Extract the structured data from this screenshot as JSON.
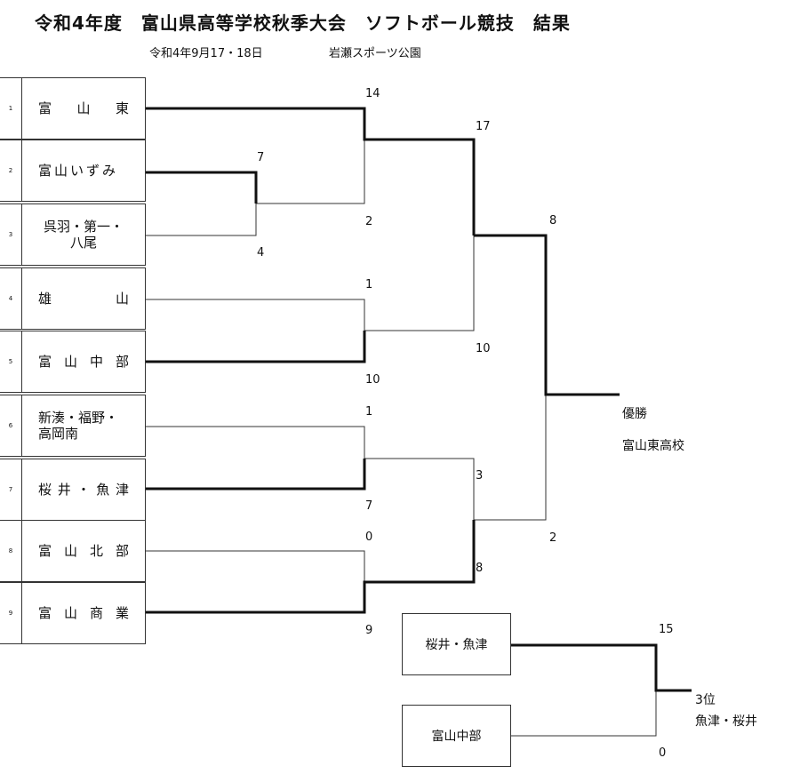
{
  "header": {
    "title": "令和4年度　富山県高等学校秋季大会　ソフトボール競技　結果",
    "date": "令和4年9月17・18日",
    "venue": "岩瀬スポーツ公園"
  },
  "teams": [
    {
      "seed": "1",
      "name": "富山東",
      "chars": [
        "富",
        "山",
        "東"
      ]
    },
    {
      "seed": "2",
      "name": "富山いずみ"
    },
    {
      "seed": "3",
      "name": "呉羽・第一・八尾"
    },
    {
      "seed": "4",
      "name": "雄山",
      "chars": [
        "雄",
        "山"
      ]
    },
    {
      "seed": "5",
      "name": "富山中部",
      "chars": [
        "富",
        "山",
        "中",
        "部"
      ]
    },
    {
      "seed": "6",
      "name": "新湊・福野・高岡南"
    },
    {
      "seed": "7",
      "name": "桜井・魚津",
      "chars": [
        "桜",
        "井",
        "・",
        "魚",
        "津"
      ]
    },
    {
      "seed": "8",
      "name": "富山北部",
      "chars": [
        "富",
        "山",
        "北",
        "部"
      ]
    },
    {
      "seed": "9",
      "name": "富山商業",
      "chars": [
        "富",
        "山",
        "商",
        "業"
      ]
    }
  ],
  "scores": {
    "r1_izumi": "7",
    "r1_kureha": "4",
    "qf1_toyamahigashi": "14",
    "qf1_izumi": "2",
    "qf2_oyama": "1",
    "qf2_chubu": "10",
    "qf3_shinminato": "1",
    "qf3_sakurai": "7",
    "qf4_hokubu": "0",
    "qf4_shogyo": "9",
    "sf1_top": "17",
    "sf1_bottom": "10",
    "sf2_top": "3",
    "sf2_bottom": "8",
    "final_top": "8",
    "final_bottom": "2",
    "third_top": "15",
    "third_bottom": "0"
  },
  "result": {
    "champion_label": "優勝",
    "champion_team": "富山東高校",
    "third_label": "3位",
    "third_team": "魚津・桜井"
  },
  "third_place_match": {
    "team_a": "桜井・魚津",
    "team_b": "富山中部"
  }
}
